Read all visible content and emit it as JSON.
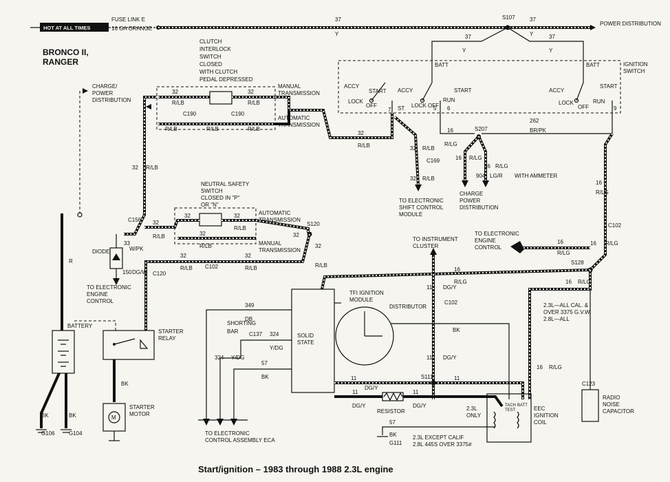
{
  "caption": "Start/ignition – 1983 through 1988 2.3L engine",
  "top_bus": {
    "hot_label": "HOT AT ALL TIMES",
    "fuse_link": "FUSE LINK E",
    "gauge": "16 GA ORANGE",
    "circuit": "37",
    "color": "Y",
    "splice": "S107",
    "dest": "POWER DISTRIBUTION"
  },
  "model": "BRONCO II, RANGER",
  "labels": {
    "charge_power": "CHARGE/ POWER DISTRIBUTION",
    "clutch_switch": "CLUTCH INTERLOCK SWITCH CLOSED WITH CLUTCH PEDAL DEPRESSED",
    "manual_trans": "MANUAL TRANSMISSION",
    "auto_trans": "AUTOMATIC TRANSMISSION",
    "neutral_switch": "NEUTRAL SAFETY SWITCH CLOSED IN \"P\" OR \"N\"",
    "ignition_switch": "IGNITION SWITCH",
    "to_shift": "TO ELECTRONIC SHIFT CONTROL MODULE",
    "charge_power_2": "CHARGE POWER DISTRIBUTION",
    "with_ammeter": "WITH AMMETER",
    "to_instrument": "TO INSTRUMENT CLUSTER",
    "to_eec": "TO ELECTRONIC ENGINE CONTROL",
    "diode": "DIODE",
    "to_eec_2": "TO ELECTRONIC ENGINE CONTROL",
    "battery": "BATTERY",
    "starter_relay": "STARTER RELAY",
    "starter_motor": "STARTER MOTOR",
    "tfi_module": "TFI IGNITION MODULE",
    "solid_state": "SOLID STATE",
    "distributor": "DISTRIBUTOR",
    "shorting_bar": "SHORTING BAR",
    "to_eca": "TO ELECTRONIC CONTROL ASSEMBLY ECA",
    "resistor": "RESISTOR",
    "only_23": "2.3L ONLY",
    "eec_coil": "EEC IGNITION COIL",
    "radio_cap": "RADIO NOISE CAPACITOR",
    "all_cal": "2.3L—ALL CAL. & OVER 3375 G.V.W. 2.8L—ALL",
    "except_calif": "2.3L EXCEPT CALIF 2.8L 445S OVER 3375#",
    "tach_test": "TACH TEST",
    "batt": "BATT"
  },
  "switch_positions": [
    "ACCY",
    "START",
    "LOCK",
    "OFF",
    "RUN"
  ],
  "connectors": {
    "c190d": "C190",
    "c190": "C190",
    "c156": "C156",
    "c169": "C169",
    "c102a": "C102",
    "c102b": "C102",
    "c102c": "C102",
    "c120": "C120",
    "c137": "C137",
    "c123": "C123"
  },
  "splices": {
    "s107": "S107",
    "s207": "S207",
    "s120": "S120",
    "s128": "S128",
    "s111": "S111"
  },
  "grounds": {
    "g106": "G106",
    "g104": "G104",
    "g111": "G111"
  },
  "wires": {
    "w32": "32",
    "rlb": "R/LB",
    "w16": "16",
    "rlg": "R/LG",
    "w262": "262",
    "brpk": "BR/PK",
    "w904": "904",
    "lgr": "LG/R",
    "w33": "33",
    "wpk": "W/PK",
    "w150": "150",
    "dgw": "DG/W",
    "w11": "11",
    "dgy": "DG/Y",
    "w349": "349",
    "db": "DB",
    "w324": "324",
    "ydg": "Y/DG",
    "w57": "57",
    "bk": "BK",
    "r": "R",
    "w37": "37",
    "y": "Y",
    "vdg": "Y/DG"
  },
  "pins": {
    "p5": "5",
    "p6": "6",
    "p7": "7",
    "p9": "9",
    "st": "ST"
  }
}
